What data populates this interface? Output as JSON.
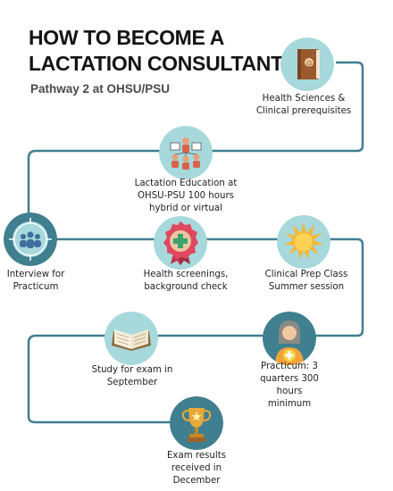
{
  "header": {
    "title_line1": "HOW TO BECOME A",
    "title_line2": "LACTATION CONSULTANT",
    "subtitle": "Pathway 2 at OHSU/PSU"
  },
  "colors": {
    "path": "#3f7f8f",
    "circle": "#a6d8dc"
  },
  "steps": [
    {
      "icon": "book-icon",
      "label": "Health Sciences &\nClinical prerequisites"
    },
    {
      "icon": "people-network-icon",
      "label": "Lactation Education at\nOHSU-PSU 100 hours\nhybrid or virtual"
    },
    {
      "icon": "group-target-icon",
      "label": "Interview for\nPracticum"
    },
    {
      "icon": "medical-badge-icon",
      "label": "Health screenings,\nbackground check"
    },
    {
      "icon": "sun-icon",
      "label": "Clinical Prep Class\nSummer session"
    },
    {
      "icon": "nurse-icon",
      "label": "Practicum: 3\nquarters 300 hours\nminimum"
    },
    {
      "icon": "open-book-icon",
      "label": "Study for exam in\nSeptember"
    },
    {
      "icon": "trophy-icon",
      "label": "Exam results\nreceived in\nDecember"
    }
  ]
}
